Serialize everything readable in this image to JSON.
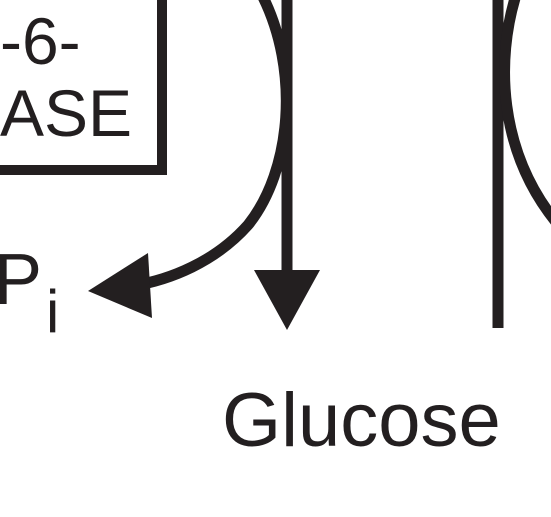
{
  "enzyme_box": {
    "line1": "-6-",
    "line2": "ASE"
  },
  "phosphate": {
    "symbol": "P",
    "subscript": "i"
  },
  "product": {
    "label": "Glucose"
  },
  "colors": {
    "ink": "#231f20",
    "background": "#ffffff"
  }
}
